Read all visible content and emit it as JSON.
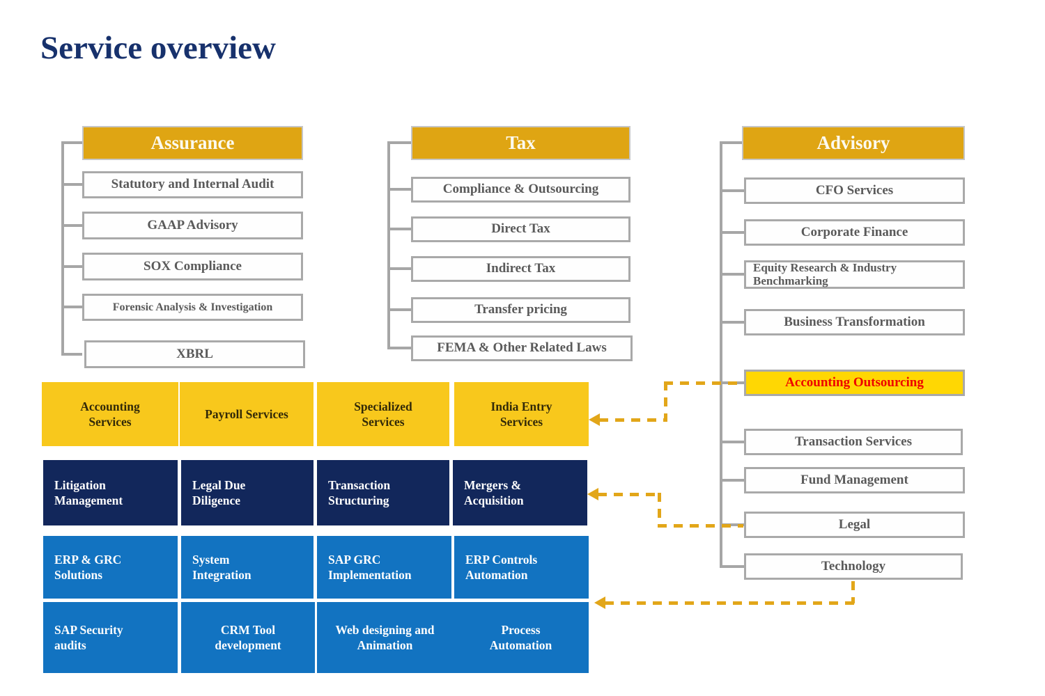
{
  "page": {
    "title": "Service overview"
  },
  "colors": {
    "header_gold": "#DFA513",
    "highlight_yellow": "#FFD703",
    "highlight_text_red": "#EE0000",
    "row_yellow": "#F8C81C",
    "row_navy": "#12275B",
    "row_blue": "#1273C1",
    "item_text_gray": "#5A5A5A",
    "connector_gray": "#A6A6A6",
    "arrow_gold": "#E2A619",
    "title_navy": "#17316C"
  },
  "columns": [
    {
      "header": "Assurance",
      "items": [
        {
          "label": "Statutory and Internal Audit"
        },
        {
          "label": "GAAP Advisory"
        },
        {
          "label": "SOX Compliance"
        },
        {
          "label": "Forensic Analysis & Investigation"
        },
        {
          "label": "XBRL"
        }
      ]
    },
    {
      "header": "Tax",
      "items": [
        {
          "label": "Compliance & Outsourcing"
        },
        {
          "label": "Direct Tax"
        },
        {
          "label": "Indirect Tax"
        },
        {
          "label": "Transfer pricing"
        },
        {
          "label": "FEMA & Other Related Laws"
        }
      ]
    },
    {
      "header": "Advisory",
      "items": [
        {
          "label": "CFO Services"
        },
        {
          "label": "Corporate Finance"
        },
        {
          "label": "Equity Research & Industry Benchmarking"
        },
        {
          "label": "Business Transformation"
        },
        {
          "label": "Accounting Outsourcing",
          "highlight": true
        },
        {
          "label": "Transaction Services"
        },
        {
          "label": "Fund Management"
        },
        {
          "label": "Legal"
        },
        {
          "label": "Technology"
        }
      ]
    }
  ],
  "service_grid": {
    "yellow_row": [
      "Accounting Services",
      "Payroll Services",
      "Specialized Services",
      "India Entry Services"
    ],
    "navy_row": [
      "Litigation Management",
      "Legal Due Diligence",
      "Transaction Structuring",
      "Mergers & Acquisition"
    ],
    "blue_row_1": [
      "ERP & GRC Solutions",
      "System Integration",
      "SAP GRC Implementation",
      "ERP Controls Automation"
    ],
    "blue_row_2": [
      "SAP Security audits",
      "CRM Tool development",
      "Web designing and Animation",
      "Process Automation"
    ]
  }
}
